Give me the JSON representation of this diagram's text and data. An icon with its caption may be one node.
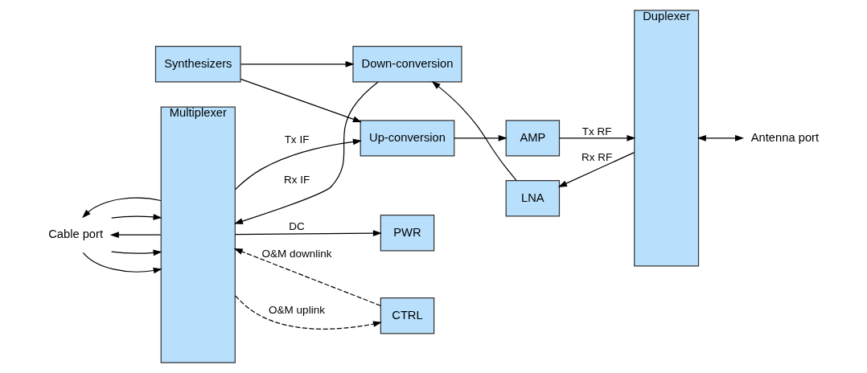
{
  "diagram": {
    "nodes": [
      {
        "text": [
          "Multiplexer"
        ]
      },
      {
        "text": [
          "Up-conversion"
        ]
      },
      {
        "text": [
          "AMP"
        ]
      },
      {
        "text": [
          "Duplexer"
        ]
      },
      {
        "text": [
          "CTRL"
        ]
      },
      {
        "text": [
          "Synthesizers"
        ]
      },
      {
        "text": [
          "PWR"
        ]
      },
      {
        "text": [
          "Down-conversion"
        ]
      },
      {
        "text": [
          "LNA"
        ]
      },
      {
        "text": [
          "Cable port"
        ]
      },
      {
        "text": [
          "Antenna port"
        ]
      }
    ],
    "edges": [
      {
        "from": 9,
        "to": 0,
        "arrow": "to"
      },
      {
        "from": 9,
        "to": 0,
        "arrow": "to"
      },
      {
        "from": 0,
        "to": 9,
        "arrow": "to"
      },
      {
        "from": 9,
        "to": 0,
        "arrow": "to"
      },
      {
        "from": 0,
        "to": 9,
        "arrow": "to"
      },
      {
        "from": 0,
        "to": 1,
        "arrow": "to",
        "label": "Tx IF"
      },
      {
        "from": 1,
        "to": 2,
        "arrow": "to"
      },
      {
        "from": 2,
        "to": 3,
        "arrow": "to",
        "label": "Tx RF"
      },
      {
        "from": 0,
        "to": 4,
        "arrow": "to",
        "label": "O&M uplink",
        "style": "dashed"
      },
      {
        "from": 4,
        "to": 0,
        "arrow": "to",
        "label": "O&M downlink",
        "style": "dashed"
      },
      {
        "from": 5,
        "to": 1,
        "arrow": "to"
      },
      {
        "from": 5,
        "to": 7,
        "arrow": "to"
      },
      {
        "from": 0,
        "to": 6,
        "arrow": "to",
        "label": "DC"
      },
      {
        "from": 7,
        "to": 0,
        "arrow": "to",
        "label": "Rx IF"
      },
      {
        "from": 8,
        "to": 7,
        "arrow": "to"
      },
      {
        "from": 3,
        "to": 8,
        "arrow": "to",
        "label": "Rx RF"
      },
      {
        "from": 3,
        "to": 10,
        "arrow": "both"
      }
    ]
  }
}
